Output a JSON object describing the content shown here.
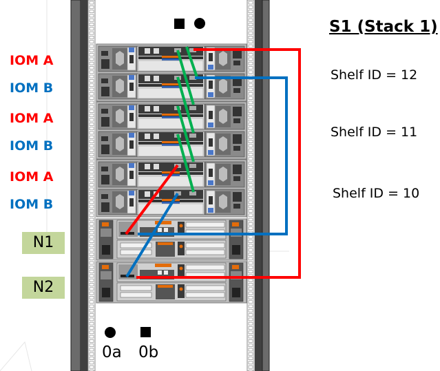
{
  "diagram": {
    "stack_title": "S1 (Stack 1)",
    "iom_labels": [
      {
        "label": "IOM A",
        "module": "A"
      },
      {
        "label": "IOM B",
        "module": "B"
      },
      {
        "label": "IOM A",
        "module": "A"
      },
      {
        "label": "IOM B",
        "module": "B"
      },
      {
        "label": "IOM A",
        "module": "A"
      },
      {
        "label": "IOM B",
        "module": "B"
      }
    ],
    "shelves": [
      {
        "label": "Shelf ID = 12"
      },
      {
        "label": "Shelf ID = 11"
      },
      {
        "label": "Shelf ID = 10"
      }
    ],
    "nodes": [
      {
        "label": "N1"
      },
      {
        "label": "N2"
      }
    ],
    "port_legend": [
      {
        "symbol": "circle",
        "label": "0a"
      },
      {
        "symbol": "square",
        "label": "0b"
      }
    ],
    "top_port_symbols": [
      "square",
      "circle"
    ],
    "cable_colors": {
      "iom_a": "#ff0000",
      "iom_b": "#0070c0",
      "shelf_to_shelf": "#00b050"
    },
    "colors": {
      "iom_a_text": "#ff0000",
      "iom_b_text": "#0070c0",
      "node_fill": "#c3d69b",
      "rack_dark": "#404040",
      "rack_mid": "#6b6b6b"
    }
  }
}
